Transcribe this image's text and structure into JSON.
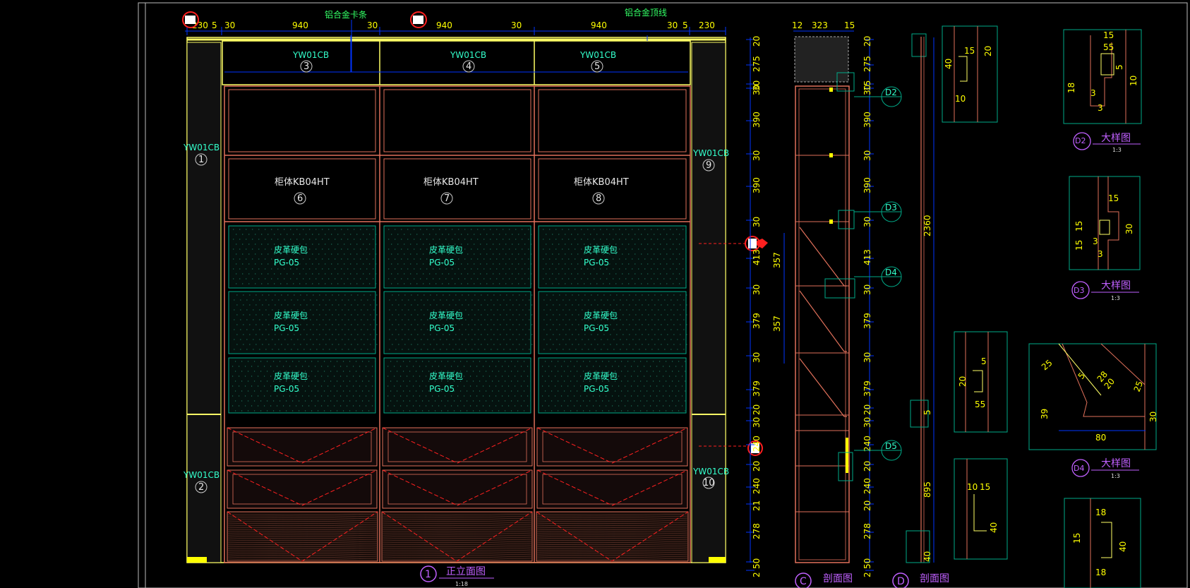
{
  "colors": {
    "background": "#000000",
    "frame": "#ffff66",
    "cabinet": "#e0705a",
    "red": "#ff2020",
    "dim_line": "#0033ff",
    "dim_text": "#ffff00",
    "label_green": "#33ff66",
    "label_cyan": "#33ffcc",
    "label_white": "#e8e8e8",
    "title_purple": "#c060ff",
    "panel_border": "#00aa88"
  },
  "front": {
    "top_dims": [
      "230",
      "5",
      "30",
      "940",
      "30",
      "940",
      "30",
      "940",
      "30",
      "5",
      "230"
    ],
    "top_notes": [
      "铝合金卡条",
      "铝合金顶线"
    ],
    "top_tags": [
      {
        "code": "YW01CB",
        "num": "3"
      },
      {
        "code": "YW01CB",
        "num": "4"
      },
      {
        "code": "YW01CB",
        "num": "5"
      }
    ],
    "side_tags": [
      {
        "code": "YW01CB",
        "num": "1"
      },
      {
        "code": "YW01CB",
        "num": "2"
      },
      {
        "code": "YW01CB",
        "num": "9"
      },
      {
        "code": "YW01CB",
        "num": "10"
      }
    ],
    "cabinet_tags": [
      {
        "code": "柜体KB04HT",
        "num": "6"
      },
      {
        "code": "柜体KB04HT",
        "num": "7"
      },
      {
        "code": "柜体KB04HT",
        "num": "8"
      }
    ],
    "leather": {
      "name": "皮革硬包",
      "code": "PG-05"
    },
    "right_dims": [
      "20",
      "275",
      "30",
      "30",
      "390",
      "30",
      "390",
      "30",
      "413",
      "30",
      "379",
      "30",
      "379",
      "20",
      "30",
      "240",
      "20",
      "240",
      "21",
      "278",
      "50",
      "2"
    ],
    "title": "正立面图",
    "title_num": "1",
    "scale": "1:18"
  },
  "section_c": {
    "top_dims": [
      "12",
      "323",
      "15"
    ],
    "left_dims": [
      "357",
      "357"
    ],
    "right_dims": [
      "20",
      "275",
      "15",
      "30",
      "390",
      "30",
      "390",
      "30",
      "413",
      "30",
      "379",
      "30",
      "379",
      "20",
      "30",
      "240",
      "20",
      "240",
      "20",
      "278",
      "50",
      "2"
    ],
    "callouts": [
      "D2",
      "D3",
      "D4",
      "D5"
    ],
    "title": "剖面图",
    "title_letter": "C"
  },
  "section_d": {
    "dims": [
      "2360",
      "895",
      "5",
      "40"
    ],
    "title": "剖面图",
    "title_letter": "D"
  },
  "details": {
    "d2_dims": [
      "15",
      "55",
      "5",
      "18",
      "3",
      "10",
      "3"
    ],
    "d2_title": "大样图",
    "d2_code": "D2",
    "d2_scale": "1:3",
    "d3_dims": [
      "15",
      "15",
      "15",
      "30",
      "3",
      "3"
    ],
    "d3_title": "大样图",
    "d3_code": "D3",
    "d3_scale": "1:3",
    "d4_dims": [
      "25",
      "5",
      "28",
      "20",
      "25",
      "39",
      "30",
      "80"
    ],
    "d4_title": "大样图",
    "d4_code": "D4",
    "d4_scale": "1:3",
    "mid_dims": [
      "40",
      "15",
      "20",
      "10",
      "20",
      "5",
      "55",
      "10",
      "15",
      "40"
    ],
    "bottom_dims": [
      "18",
      "15",
      "40",
      "18"
    ]
  }
}
